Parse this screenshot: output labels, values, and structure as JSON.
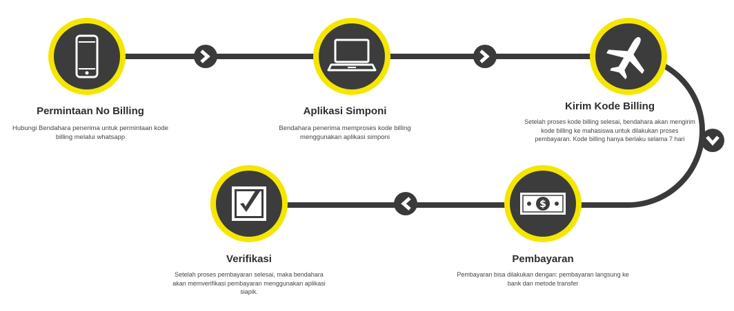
{
  "colors": {
    "path": "#3a3a3a",
    "ring": "#f5e600",
    "circle": "#3c3c3c",
    "icon": "#ffffff"
  },
  "steps": [
    {
      "title": "Permintaan No Billing",
      "icon": "smartphone-icon",
      "description": "Hubungi Bendahara penerima untuk permintaan kode billing melalui whatsapp"
    },
    {
      "title": "Aplikasi Simponi",
      "icon": "laptop-icon",
      "description": "Bendahara penerima memproses kode billing menggunakan aplikasi simponi"
    },
    {
      "title": "Kirim Kode Billing",
      "icon": "airplane-icon",
      "description": "Setelah proses kode billing selesai, bendahara akan mengirim kode billing ke mahasiswa untuk dilakukan proses pembayaran. Kode billing hanya berlaku selama 7 hari"
    },
    {
      "title": "Pembayaran",
      "icon": "banknote-icon",
      "description": "Pembayaran bisa dilakukan dengan: pembayaran langsung ke bank dan metode transfer"
    },
    {
      "title": "Verifikasi",
      "icon": "checkbox-icon",
      "description": "Setelah proses pembayaran selesai, maka bendahara akan memverifikasi pembayaran menggunakan aplikasi siapik."
    }
  ]
}
